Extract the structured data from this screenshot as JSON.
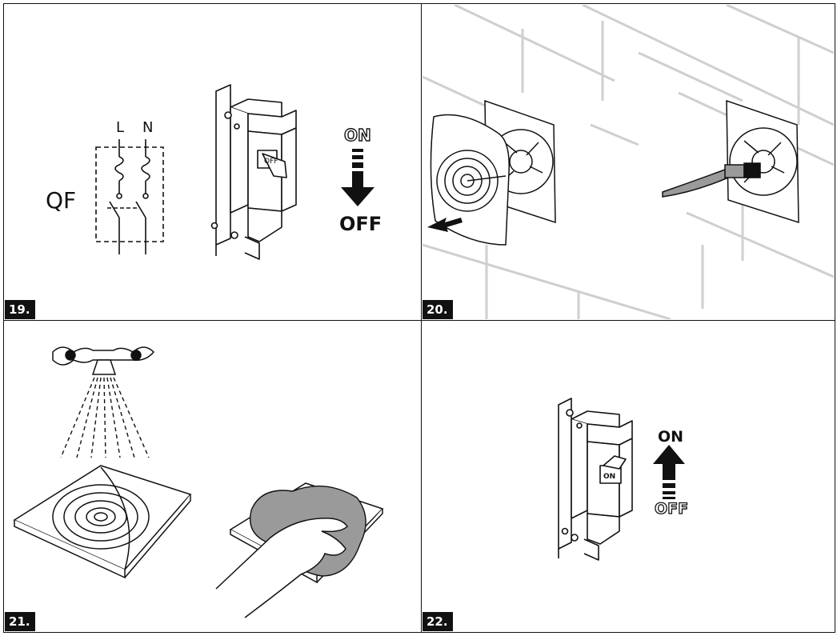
{
  "steps": [
    {
      "number": "19.",
      "circuit": {
        "label": "QF",
        "line": "L",
        "neutral": "N"
      },
      "switch_text": "OFF",
      "on_label": "ON",
      "off_label": "OFF"
    },
    {
      "number": "20."
    },
    {
      "number": "21."
    },
    {
      "number": "22.",
      "switch_text": "ON",
      "on_label": "ON",
      "off_label": "OFF"
    }
  ],
  "colors": {
    "line": "#111111",
    "fill_gray": "#9a9a9a",
    "wall": "#cfcfcf",
    "badge_bg": "#111111"
  }
}
